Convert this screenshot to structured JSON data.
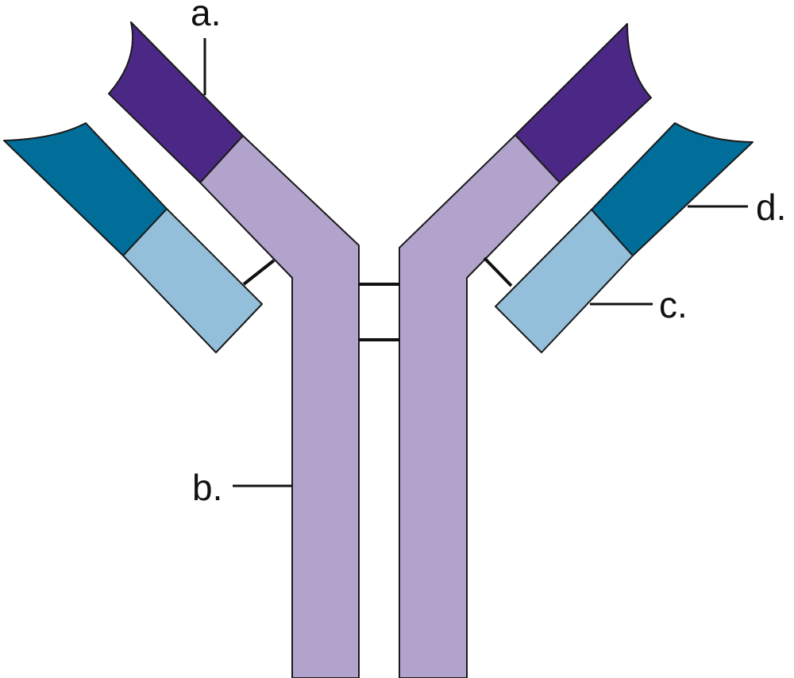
{
  "labels": {
    "a": "a.",
    "b": "b.",
    "c": "c.",
    "d": "d."
  },
  "colors": {
    "heavy_constant": "#b1a3cb",
    "heavy_variable": "#4b2885",
    "light_constant": "#93bfda",
    "light_variable": "#006e99",
    "outline": "#1a1a1a",
    "background": "#ffffff"
  }
}
